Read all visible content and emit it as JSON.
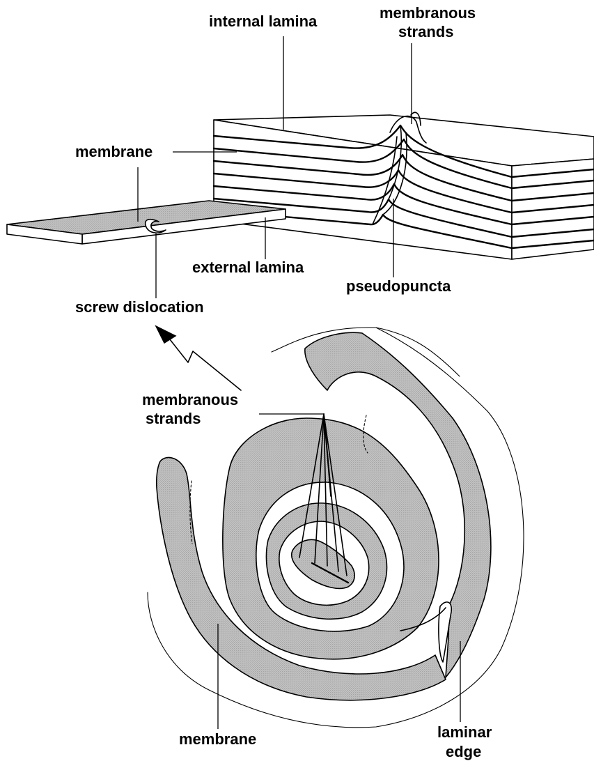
{
  "labels": {
    "internal_lamina": "internal lamina",
    "membranous_strands_top_1": "membranous",
    "membranous_strands_top_2": "strands",
    "membrane_top": "membrane",
    "external_lamina": "external lamina",
    "pseudopuncta": "pseudopuncta",
    "screw_dislocation": "screw dislocation",
    "membranous_strands_mid_1": "membranous",
    "membranous_strands_mid_2": "strands",
    "membrane_bottom": "membrane",
    "laminar_edge_1": "laminar",
    "laminar_edge_2": "edge"
  },
  "colors": {
    "ink": "#000000",
    "shade": "#bdbdbd",
    "background": "#ffffff"
  }
}
